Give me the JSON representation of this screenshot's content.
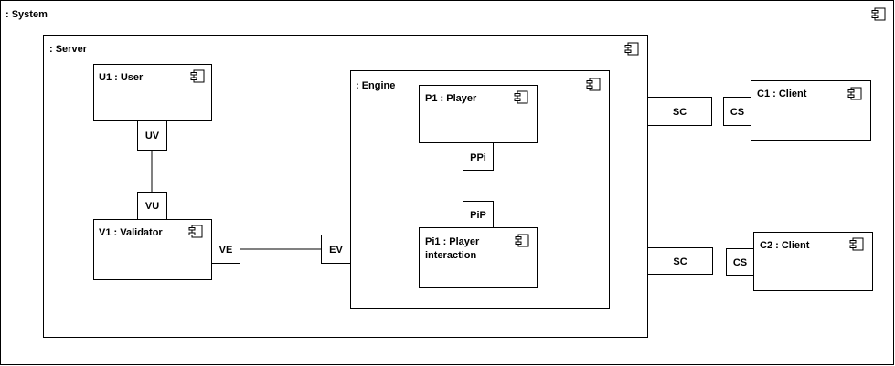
{
  "diagram": {
    "system": {
      "label": ": System"
    },
    "server": {
      "label": ": Server"
    },
    "engine": {
      "label": ": Engine"
    },
    "components": {
      "user": {
        "label": "U1 : User"
      },
      "validator": {
        "label": "V1 : Validator"
      },
      "player": {
        "label": "P1 : Player"
      },
      "player_interaction": {
        "line1": "Pi1 : Player",
        "line2": "interaction"
      },
      "client1": {
        "label": "C1 : Client"
      },
      "client2": {
        "label": "C2 : Client"
      }
    },
    "ports": {
      "uv": "UV",
      "vu": "VU",
      "ve": "VE",
      "ev": "EV",
      "ppi": "PPi",
      "pip": "PiP",
      "sc1": "SC",
      "cs1": "CS",
      "sc2": "SC",
      "cs2": "CS"
    }
  }
}
